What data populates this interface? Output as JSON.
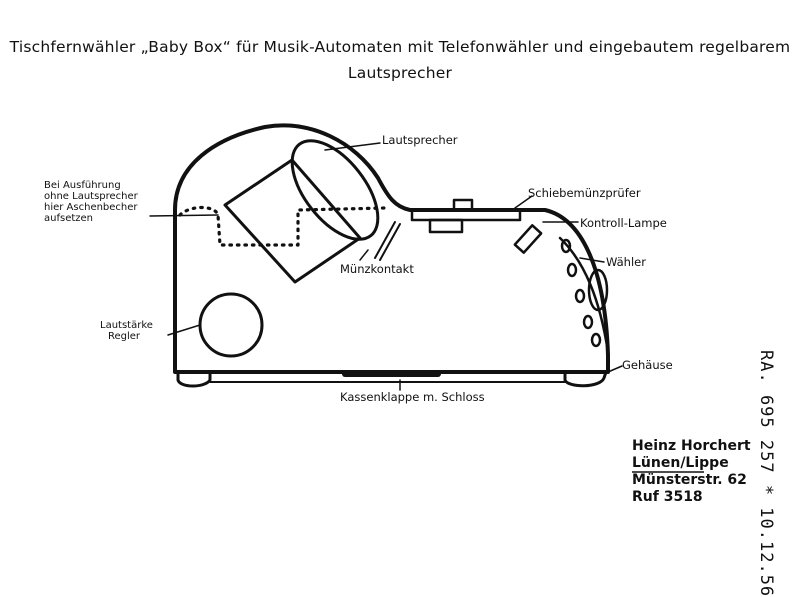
{
  "title": {
    "line1": "Tischfernwähler „Baby Box“ für Musik-Automaten mit Telefonwähler und eingebautem regelbarem",
    "line2": "Lautsprecher"
  },
  "labels": {
    "lautsprecher": "Lautsprecher",
    "ashtray": [
      "Bei Ausführung",
      "ohne Lautsprecher",
      "hier Aschenbecher",
      "aufsetzen"
    ],
    "schiebe": "Schiebemünzprüfer",
    "kontroll": "Kontroll-Lampe",
    "waehler": "Wähler",
    "muenzkontakt": "Münzkontakt",
    "lautstaerke": [
      "Lautstärke",
      "Regler"
    ],
    "gehaeuse": "Gehäuse",
    "kassen": "Kassenklappe m. Schloss"
  },
  "address": {
    "name": "Heinz Horchert",
    "city": "Lünen/Lippe",
    "street": "Münsterstr. 62",
    "phone": "Ruf 3518"
  },
  "stamp": "RA. 695 257 * 10.12.56",
  "colors": {
    "ink": "#111111",
    "paper": "#ffffff"
  }
}
